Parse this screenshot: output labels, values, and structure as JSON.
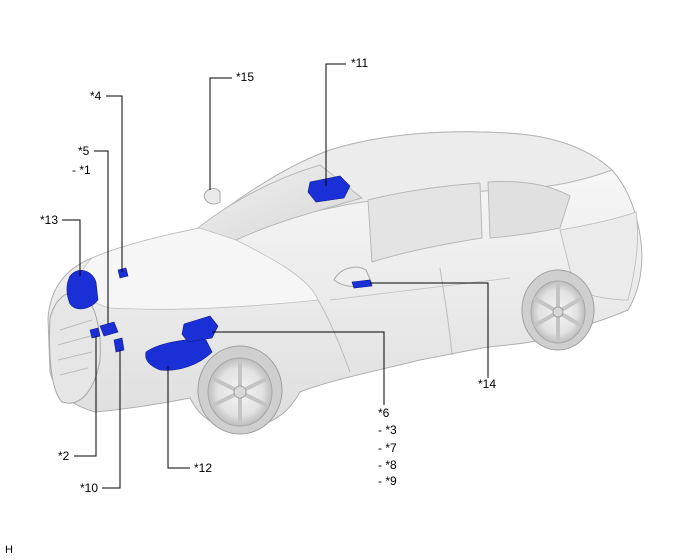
{
  "labels": {
    "c11": "*11",
    "c15": "*15",
    "c4": "*4",
    "c5": "*5",
    "c1": "- *1",
    "c13": "*13",
    "c14": "*14",
    "c6": "*6",
    "c3": "- *3",
    "c7": "- *7",
    "c8": "- *8",
    "c9": "- *9",
    "c2": "*2",
    "c12": "*12",
    "c10": "*10"
  },
  "corner_mark": "H",
  "colors": {
    "component": "#1a2fd6",
    "body_light": "#f3f3f3",
    "body_shade": "#d9d9d9",
    "outline": "#a8a8a8",
    "leader": "#000000"
  }
}
